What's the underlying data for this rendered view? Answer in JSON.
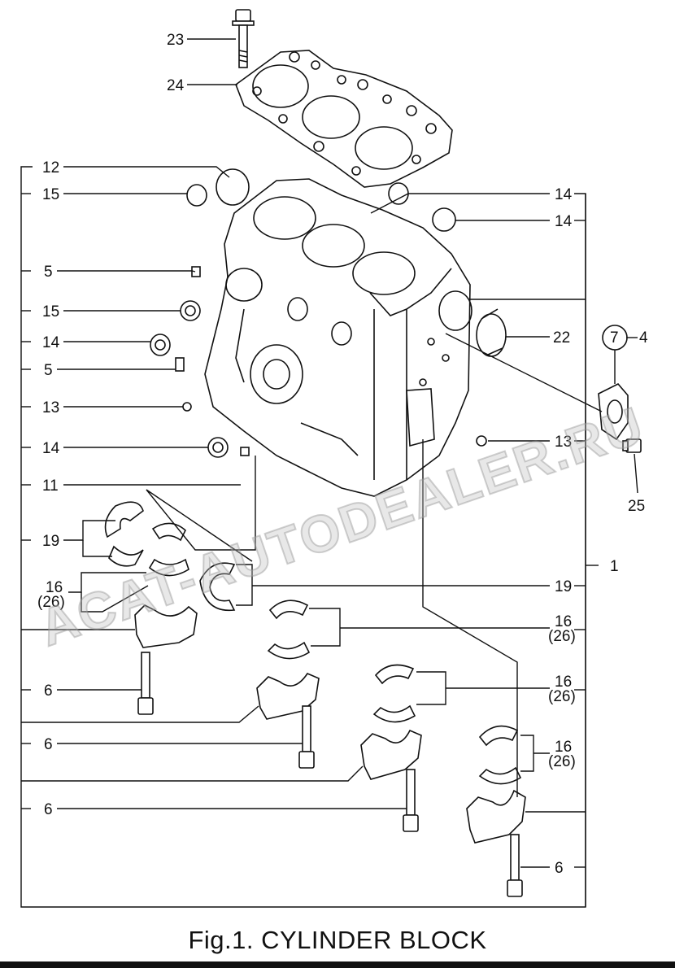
{
  "caption": "Fig.1.  CYLINDER BLOCK",
  "watermark": "ACAT-AUTODEALER.RU",
  "callouts": {
    "c23": "23",
    "c24": "24",
    "c12": "12",
    "c15a": "15",
    "c5a": "5",
    "c15b": "15",
    "c14a": "14",
    "c5b": "5",
    "c13a": "13",
    "c14b": "14",
    "c11": "11",
    "c19a": "19",
    "c16a": "16",
    "c26a": "(26)",
    "c6a": "6",
    "c6b": "6",
    "c6c": "6",
    "c14r1": "14",
    "c14r2": "14",
    "c22": "22",
    "c7": "7",
    "c4": "4",
    "c25": "25",
    "c13b": "13",
    "c1": "1",
    "c19b": "19",
    "c16b": "16",
    "c26b": "(26)",
    "c16c": "16",
    "c26c": "(26)",
    "c16d": "16",
    "c26d": "(26)",
    "c6d": "6"
  }
}
